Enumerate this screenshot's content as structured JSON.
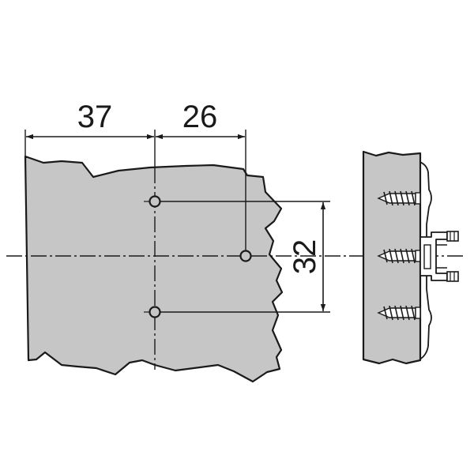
{
  "dimensions": {
    "horizontal_left": "37",
    "horizontal_right": "26",
    "vertical": "32"
  },
  "colors": {
    "panel_fill": "#c6c6c6",
    "line": "#1a1a1a",
    "background": "#ffffff"
  }
}
